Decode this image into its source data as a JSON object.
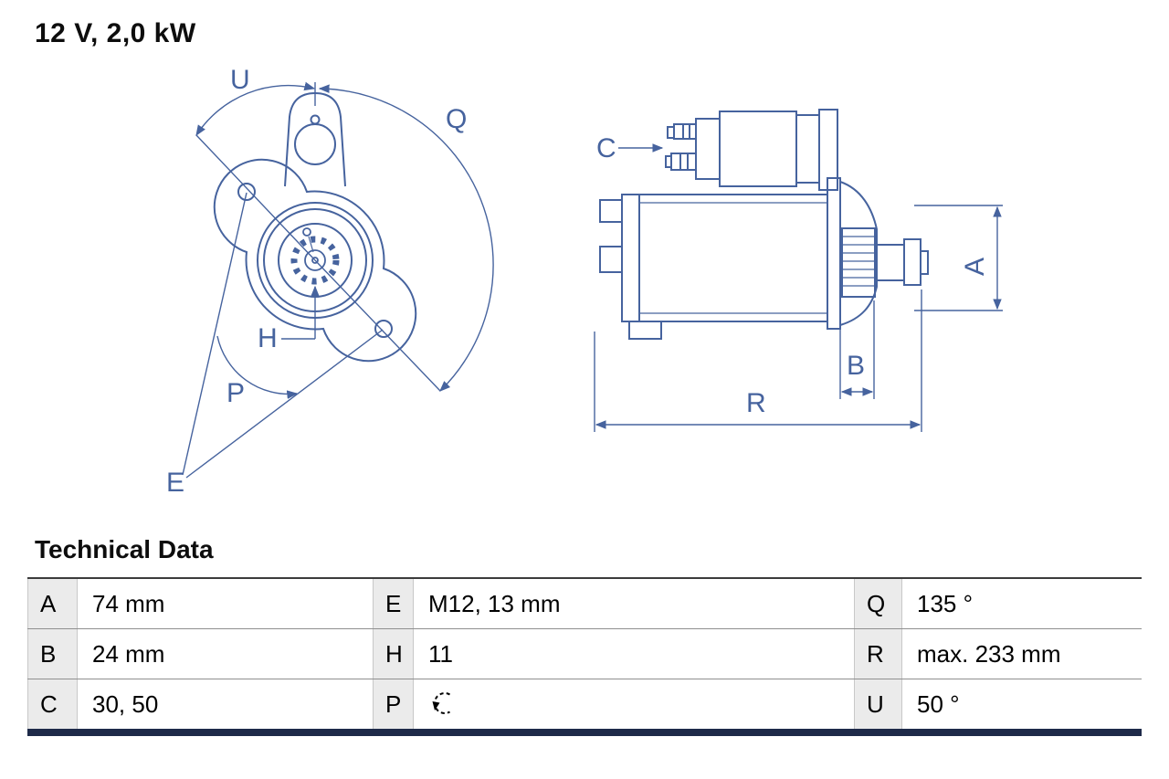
{
  "colors": {
    "drawing_blue": "#46639E",
    "table_footer_bar": "#1E2A49"
  },
  "header": {
    "title": "12 V, 2,0 kW"
  },
  "drawing": {
    "front_labels": {
      "U": "U",
      "Q": "Q",
      "H": "H",
      "P": "P",
      "E": "E"
    },
    "side_labels": {
      "C": "C",
      "A": "A",
      "B": "B",
      "R": "R"
    }
  },
  "technical_data": {
    "heading": "Technical Data",
    "rows": [
      {
        "cells": [
          {
            "key": "A",
            "value": "74 mm"
          },
          {
            "key": "E",
            "value": "M12, 13 mm"
          },
          {
            "key": "Q",
            "value": "135 °"
          }
        ]
      },
      {
        "cells": [
          {
            "key": "B",
            "value": "24 mm"
          },
          {
            "key": "H",
            "value": "11"
          },
          {
            "key": "R",
            "value": "max. 233 mm"
          }
        ]
      },
      {
        "cells": [
          {
            "key": "C",
            "value": "30, 50"
          },
          {
            "key": "P",
            "value": "",
            "icon": "rotation-ccw-icon"
          },
          {
            "key": "U",
            "value": "50 °"
          }
        ]
      }
    ]
  }
}
